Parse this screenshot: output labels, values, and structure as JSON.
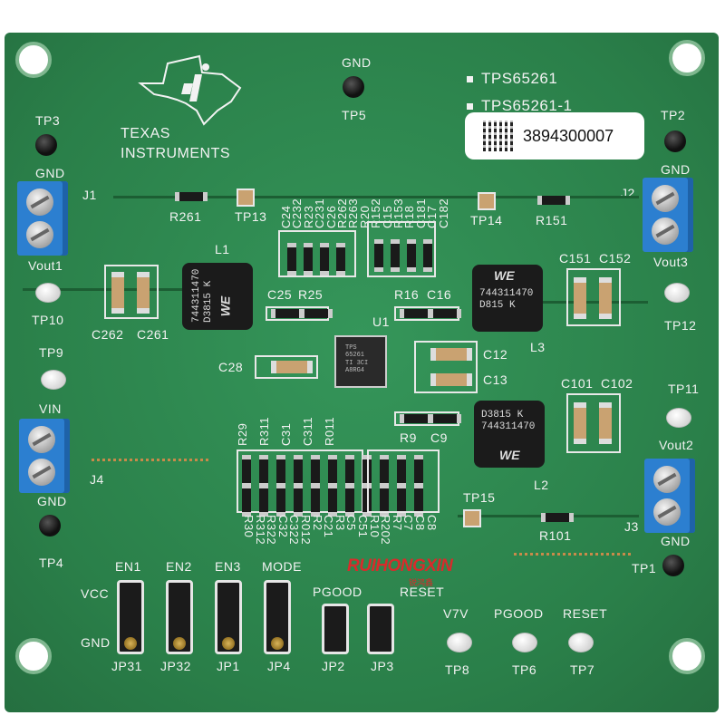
{
  "brand": {
    "line1": "TEXAS",
    "line2": "INSTRUMENTS"
  },
  "parts": {
    "p1": "TPS65261",
    "p2": "TPS65261-1"
  },
  "serial": "3894300007",
  "inductor_text": {
    "code": "744311470",
    "marking": "D815 K",
    "maker": "WE"
  },
  "inductor_text_alt": {
    "marking": "D3815 K"
  },
  "labels": {
    "gnd_top": "GND",
    "tp5": "TP5",
    "tp3": "TP3",
    "tp2": "TP2",
    "gnd_j1": "GND",
    "j1": "J1",
    "gnd_j2": "GND",
    "j2": "J2",
    "r261": "R261",
    "tp13": "TP13",
    "tp14": "TP14",
    "r151": "R151",
    "l1": "L1",
    "vout1": "Vout1",
    "vout3": "Vout3",
    "tp10": "TP10",
    "tp12": "TP12",
    "c262": "C262",
    "c261": "C261",
    "c151": "C151",
    "c152": "C152",
    "c25": "C25",
    "r25": "R25",
    "r16": "R16",
    "c16": "C16",
    "u1": "U1",
    "c12": "C12",
    "c13": "C13",
    "l3": "L3",
    "c28": "C28",
    "tp9": "TP9",
    "vin": "VIN",
    "j4": "J4",
    "gnd_j4": "GND",
    "tp4": "TP4",
    "c101": "C101",
    "c102": "C102",
    "tp11": "TP11",
    "vout2": "Vout2",
    "r9": "R9",
    "c9": "C9",
    "l2": "L2",
    "tp15": "TP15",
    "r101": "R101",
    "j3": "J3",
    "gnd_j3": "GND",
    "tp1": "TP1",
    "en1": "EN1",
    "en2": "EN2",
    "en3": "EN3",
    "mode": "MODE",
    "vcc": "VCC",
    "gnd_jp": "GND",
    "pgood": "PGOOD",
    "reset": "RESET",
    "v7v": "V7V",
    "pgood2": "PGOOD",
    "reset2": "RESET",
    "jp31": "JP31",
    "jp32": "JP32",
    "jp1": "JP1",
    "jp4": "JP4",
    "jp2": "JP2",
    "jp3": "JP3",
    "tp8": "TP8",
    "tp6": "TP6",
    "tp7": "TP7"
  },
  "vertical_labels_top": [
    "C24",
    "C232",
    "R23",
    "C231",
    "C26",
    "R262",
    "R263",
    "R20",
    "R152",
    "C15",
    "R153",
    "R18",
    "C181",
    "C17",
    "C182"
  ],
  "vertical_labels_mid": [
    "R29",
    "R311",
    "C31",
    "C311",
    "R011"
  ],
  "vertical_labels_bottom": [
    "R30",
    "R312",
    "R322",
    "C32",
    "C322",
    "R012",
    "R2",
    "C21",
    "R3",
    "C5",
    "C51",
    "R10",
    "R202",
    "R7",
    "C7",
    "C8",
    "C8"
  ],
  "watermark": {
    "main": "RUIHONGXIN",
    "sub": "锐鸿鑫"
  },
  "ic_text": [
    "TPS",
    "65261",
    "TI 3CI",
    "A8RG4"
  ]
}
